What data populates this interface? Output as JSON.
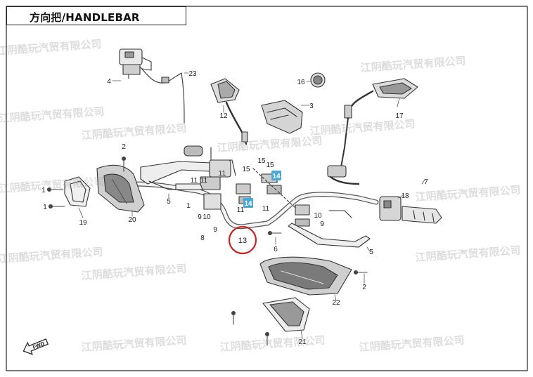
{
  "title": "方向把/HANDLEBAR",
  "highlight_color": "#cc2222",
  "badge_color": "#4aa8d8",
  "watermark": "江阴酷玩汽贸有限公司",
  "fwd_label": "FWD",
  "callouts": {
    "c1a": "1",
    "c1b": "1",
    "c1c": "1",
    "c2a": "2",
    "c2b": "2",
    "c3": "3",
    "c4": "4",
    "c5a": "5",
    "c5b": "5",
    "c6": "6",
    "c7": "7",
    "c8": "8",
    "c9a": "9",
    "c9b": "9",
    "c9c": "9",
    "c10a": "10",
    "c10b": "10",
    "c11a": "11",
    "c11b": "11",
    "c11c": "11",
    "c11d": "11",
    "c11e": "11",
    "c12": "12",
    "c13": "13",
    "c14a": "14",
    "c14b": "14",
    "c15a": "15",
    "c15b": "15",
    "c15c": "15",
    "c16": "16",
    "c17": "17",
    "c18": "18",
    "c19": "19",
    "c20": "20",
    "c21": "21",
    "c22": "22",
    "c23": "23"
  }
}
